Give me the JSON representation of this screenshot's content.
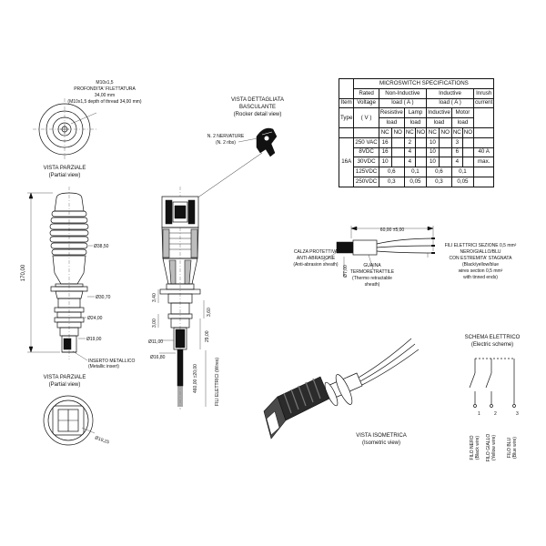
{
  "views": {
    "partial_top": {
      "title": "VISTA PARZIALE",
      "subtitle": "(Partial view)"
    },
    "partial_bottom": {
      "title": "VISTA PARZIALE",
      "subtitle": "(Partial view)"
    },
    "rocker": {
      "title": "VISTA DETTAGLIATA",
      "title2": "BASCULANTE",
      "subtitle": "(Rocker detail view)"
    },
    "isometric": {
      "title": "VISTA ISOMETRICA",
      "subtitle": "(Isometric view)"
    },
    "electric": {
      "title": "SCHEMA ELETTRICO",
      "subtitle": "(Electric scheme)"
    }
  },
  "thread_note": {
    "line1": "M10x1,5",
    "line2": "PROFONDITA' FILETTATURA",
    "line3": "34,00 mm",
    "line4": "(M10x1,5 depth of thread 34,00 mm)"
  },
  "ribs_note": {
    "line1": "N. 2 NERVATURE",
    "line2": "(N. 2 ribs)"
  },
  "insert_note": {
    "line1": "INSERTO METALLICO",
    "line2": "(Metallic insert)"
  },
  "sheath_note": {
    "line1": "CALZA PROTETTIVA",
    "line2": "ANTI-ABRASIONE",
    "line3": "(Anti-abrasion sheath)"
  },
  "guaina_note": {
    "line1": "GUAINA",
    "line2": "TERMORETRATTILE",
    "line3": "(Thermo retractable",
    "line4": "sheath)"
  },
  "wires_note": {
    "line1": "FILI ELETTRICI SEZIONE 0,5 mm²",
    "line2": "NERO/GIALLO/BLU",
    "line3": "CON ESTREMITA' STAGNATA",
    "line4": "(Black/yellow/blue",
    "line5": "wires section 0,5 mm²",
    "line6": "with tinned ends)"
  },
  "dimensions": {
    "d38": "Ø38,50",
    "d30": "Ø30,70",
    "d24": "Ø24,00",
    "d19": "Ø19,00",
    "d11": "Ø11,00",
    "d16": "Ø16,80",
    "d1925": "Ø19,25",
    "d7": "Ø7,00",
    "h170": "170,00",
    "h340": "3,40",
    "h300": "3,00",
    "h360": "3,60",
    "h29": "29,00",
    "lead_len": "60,00 ±5,00",
    "wire_len": "460,00 ±20,00",
    "wire_label": "FILI ELETTRICI (Wires)"
  },
  "schematic": {
    "wires": [
      {
        "num": "1",
        "label": "FILO NERO",
        "sub": "(Black wire)"
      },
      {
        "num": "2",
        "label": "FILO GIALLO",
        "sub": "(Yellow wire)"
      },
      {
        "num": "3",
        "label": "FILO BLU",
        "sub": "(Blue wire)"
      }
    ]
  },
  "spec_table": {
    "title": "MICROSWITCH SPECIFICATIONS",
    "h_item": "Item",
    "h_type": "Type",
    "h_rated": "Rated",
    "h_voltage": "Voltage",
    "h_v": "( V )",
    "h_noninductive": "Non-Inductive",
    "h_inductive": "Inductive",
    "h_load_a1": "load ( A )",
    "h_load_a2": "load ( A )",
    "h_resistive": "Resistive",
    "h_lamp": "Lamp",
    "h_inductive2": "Inductive",
    "h_motor": "Motor",
    "h_load1": "load",
    "h_load2": "load",
    "h_load3": "load",
    "h_load4": "load",
    "h_inrush": "Inrush",
    "h_current": "current",
    "nc": "NC",
    "no": "NO",
    "type_value": "16A",
    "inrush_1": "40 A",
    "inrush_2": "max.",
    "rows": [
      {
        "v": "250 VAC",
        "c1": "16",
        "c2": "",
        "c3": "2",
        "c4": "",
        "c5": "10",
        "c6": "",
        "c7": "3",
        "c8": ""
      },
      {
        "v": "8VDC",
        "c1": "16",
        "c2": "",
        "c3": "4",
        "c4": "",
        "c5": "10",
        "c6": "",
        "c7": "6",
        "c8": ""
      },
      {
        "v": "30VDC",
        "c1": "10",
        "c2": "",
        "c3": "4",
        "c4": "",
        "c5": "10",
        "c6": "",
        "c7": "4",
        "c8": ""
      },
      {
        "v": "125VDC",
        "c1": "0,6",
        "c2": "",
        "c3": "0,1",
        "c4": "",
        "c5": "0,6",
        "c6": "",
        "c7": "0,1",
        "c8": ""
      },
      {
        "v": "250VDC",
        "c1": "0,3",
        "c2": "",
        "c3": "0,05",
        "c4": "",
        "c5": "0,3",
        "c6": "",
        "c7": "0,05",
        "c8": ""
      }
    ]
  }
}
